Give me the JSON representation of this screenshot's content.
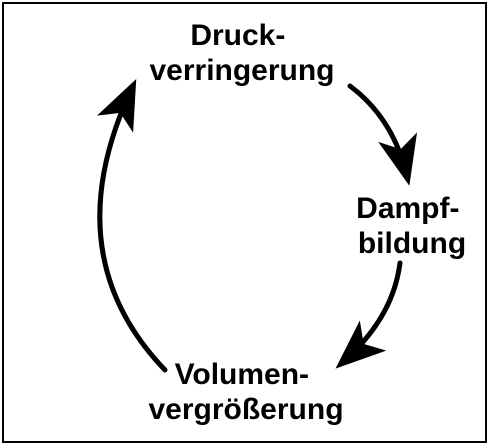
{
  "cycle": {
    "nodes": [
      {
        "id": "druck",
        "lines": [
          "Druck-",
          "verringerung"
        ]
      },
      {
        "id": "dampf",
        "lines": [
          "Dampf-",
          "bildung"
        ]
      },
      {
        "id": "volumen",
        "lines": [
          "Volumen-",
          "vergrößerung"
        ]
      }
    ],
    "flow": [
      "druck",
      "dampf",
      "volumen",
      "druck"
    ],
    "colors": {
      "ink": "#000000",
      "background": "#ffffff"
    }
  }
}
